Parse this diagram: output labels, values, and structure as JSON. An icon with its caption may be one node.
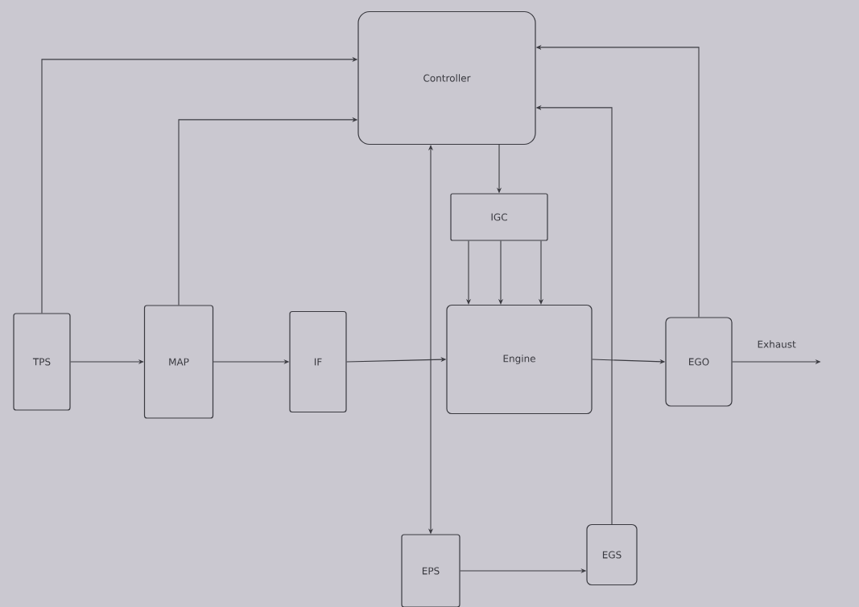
{
  "diagram": {
    "nodes": [
      {
        "text": [
          "Controller"
        ]
      },
      {
        "text": [
          "IGC"
        ]
      },
      {
        "text": [
          "TPS"
        ]
      },
      {
        "text": [
          "MAP"
        ]
      },
      {
        "text": [
          "IF"
        ]
      },
      {
        "text": [
          "Engine"
        ]
      },
      {
        "text": [
          "EGO"
        ]
      },
      {
        "text": [
          "EPS"
        ]
      },
      {
        "text": [
          "EGS"
        ]
      }
    ],
    "edges": [
      {
        "from": 2,
        "to": 0,
        "arrow": "to"
      },
      {
        "from": 3,
        "to": 0,
        "arrow": "to"
      },
      {
        "from": 7,
        "to": 0,
        "arrow": "both"
      },
      {
        "from": 0,
        "to": 1,
        "arrow": "to"
      },
      {
        "from": 1,
        "to": 5,
        "arrow": "to"
      },
      {
        "from": 1,
        "to": 5,
        "arrow": "to"
      },
      {
        "from": 1,
        "to": 5,
        "arrow": "to"
      },
      {
        "from": 6,
        "to": 0,
        "arrow": "to"
      },
      {
        "from": 8,
        "to": 0,
        "arrow": "to"
      },
      {
        "from": 2,
        "to": 3,
        "arrow": "to"
      },
      {
        "from": 3,
        "to": 4,
        "arrow": "to"
      },
      {
        "from": 4,
        "to": 5,
        "arrow": "to"
      },
      {
        "from": 5,
        "to": 6,
        "arrow": "to"
      },
      {
        "from": 7,
        "to": 8,
        "arrow": "to"
      },
      {
        "from": 6,
        "to": null,
        "arrow": "to",
        "label": "Exhaust"
      }
    ]
  }
}
